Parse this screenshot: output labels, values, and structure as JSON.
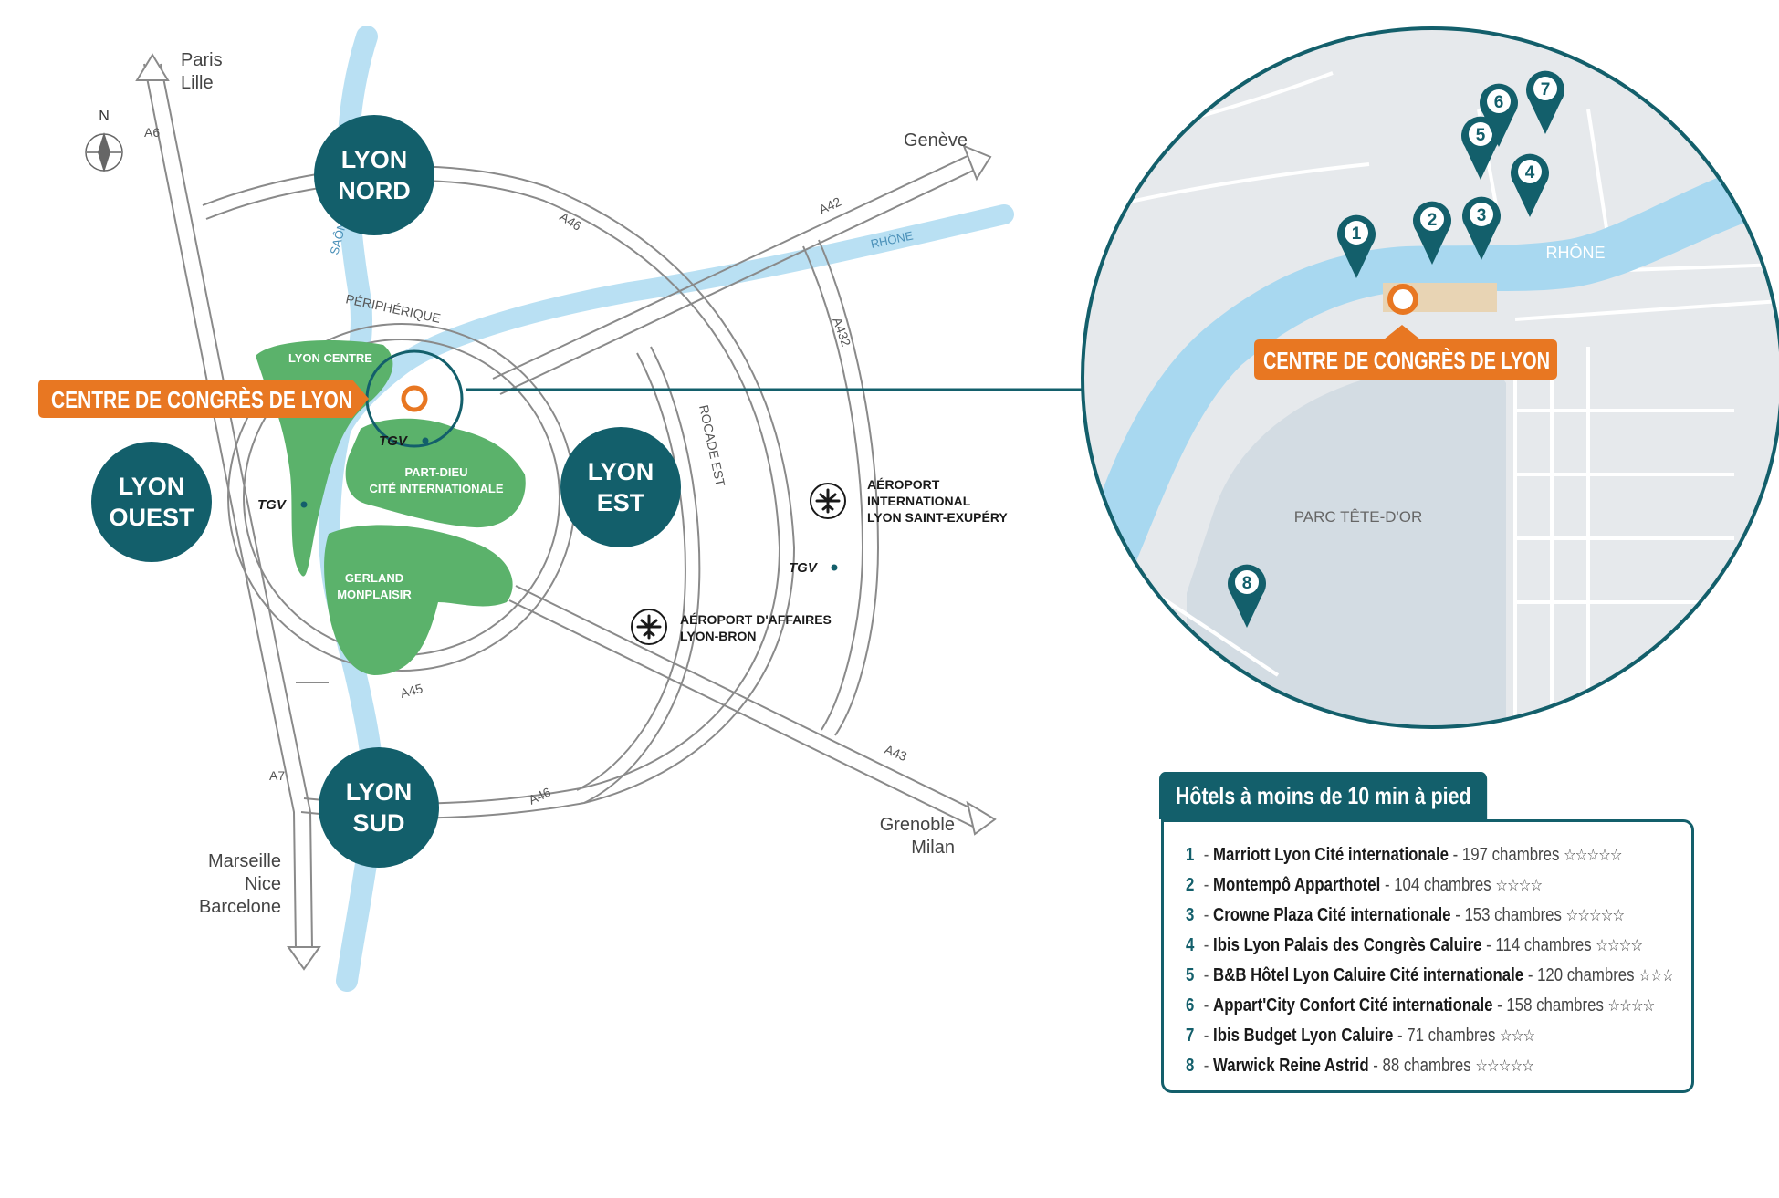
{
  "compass": "N",
  "directions": {
    "paris_lille": [
      "Paris",
      "Lille"
    ],
    "geneve": "Genève",
    "grenoble_milan": [
      "Grenoble",
      "Milan"
    ],
    "marseille_nice_barcelone": [
      "Marseille",
      "Nice",
      "Barcelone"
    ]
  },
  "roads": {
    "a6": "A6",
    "a46_north": "A46",
    "a42": "A42",
    "a432": "A432",
    "a45": "A45",
    "a7": "A7",
    "a46_south": "A46",
    "a43": "A43",
    "peripherique": "PÉRIPHÉRIQUE",
    "rocade_est": "ROCADE EST"
  },
  "rivers": {
    "saone": "SAÔNE",
    "rhone": "RHÔNE"
  },
  "districts": {
    "nord": [
      "LYON",
      "NORD"
    ],
    "ouest": [
      "LYON",
      "OUEST"
    ],
    "est": [
      "LYON",
      "EST"
    ],
    "sud": [
      "LYON",
      "SUD"
    ]
  },
  "zones": {
    "lyon_centre": "LYON CENTRE",
    "part_dieu": [
      "PART-DIEU",
      "CITÉ INTERNATIONALE"
    ],
    "gerland": [
      "GERLAND",
      "MONPLAISIR"
    ]
  },
  "tgv_logo": "TGV",
  "airports": {
    "saint_exupery": [
      "AÉROPORT",
      "INTERNATIONAL",
      "LYON SAINT-EXUPÉRY"
    ],
    "bron": [
      "AÉROPORT D'AFFAIRES",
      "LYON-BRON"
    ]
  },
  "congress_label": "CENTRE DE CONGRÈS DE LYON",
  "zoom": {
    "rhone_label": "RHÔNE",
    "park_label": "PARC TÊTE-D'OR",
    "congress_label": "CENTRE DE CONGRÈS DE LYON",
    "pins": [
      "1",
      "2",
      "3",
      "4",
      "5",
      "6",
      "7",
      "8"
    ]
  },
  "hotels": {
    "title": "Hôtels à moins de 10 min à pied",
    "items": [
      {
        "num": "1",
        "name": "Marriott Lyon Cité internationale",
        "rooms": "- 197 chambres",
        "stars": "☆☆☆☆☆"
      },
      {
        "num": "2",
        "name": "Montempô Apparthotel",
        "rooms": "- 104 chambres",
        "stars": "☆☆☆☆"
      },
      {
        "num": "3",
        "name": "Crowne Plaza Cité internationale",
        "rooms": "- 153 chambres",
        "stars": "☆☆☆☆☆"
      },
      {
        "num": "4",
        "name": "Ibis Lyon Palais des Congrès Caluire",
        "rooms": "- 114 chambres",
        "stars": "☆☆☆☆"
      },
      {
        "num": "5",
        "name": "B&B Hôtel Lyon Caluire Cité internationale",
        "rooms": "- 120 chambres",
        "stars": "☆☆☆"
      },
      {
        "num": "6",
        "name": "Appart'City Confort Cité internationale",
        "rooms": "- 158 chambres",
        "stars": "☆☆☆☆"
      },
      {
        "num": "7",
        "name": "Ibis Budget Lyon Caluire",
        "rooms": "- 71 chambres",
        "stars": "☆☆☆"
      },
      {
        "num": "8",
        "name": "Warwick Reine Astrid",
        "rooms": "- 88 chambres",
        "stars": "☆☆☆☆☆"
      }
    ]
  },
  "colors": {
    "teal": "#135f6b",
    "orange": "#e87722",
    "green": "#5bb26b",
    "river": "#a8d8f0",
    "road": "#888888",
    "zoom_bg": "#e6e9ec",
    "park": "#d4dde4",
    "venue": "#e8d4b4"
  }
}
